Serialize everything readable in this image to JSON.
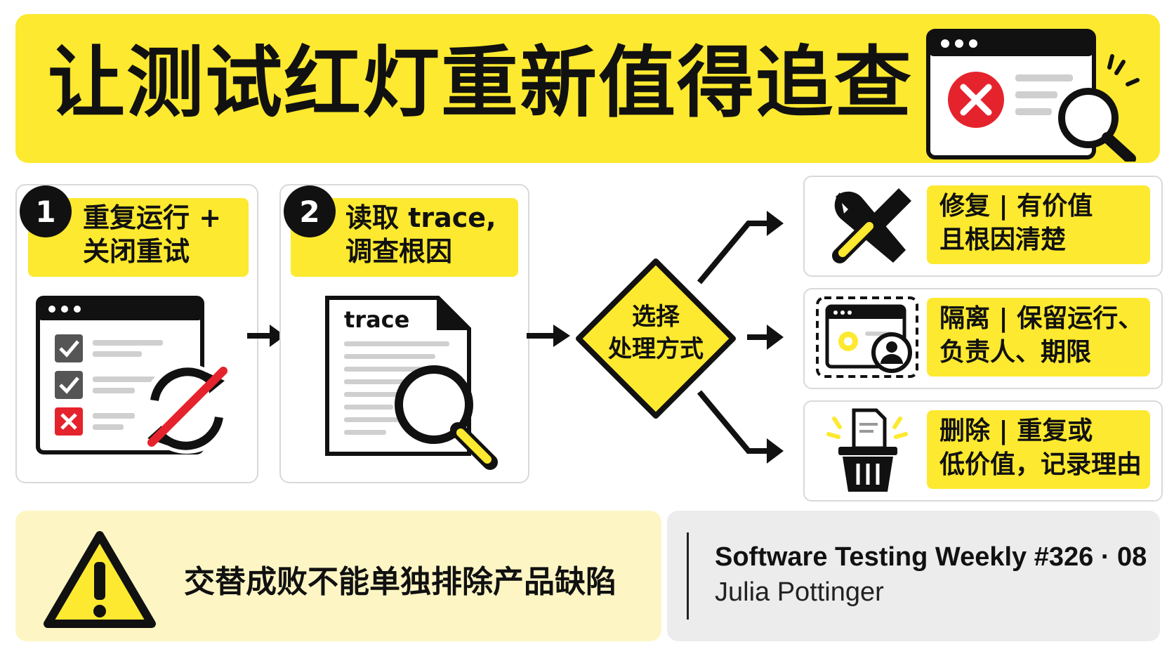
{
  "header": {
    "title": "让测试红灯重新值得追查"
  },
  "steps": [
    {
      "number": "1",
      "lines": [
        "重复运行 +",
        "关闭重试"
      ]
    },
    {
      "number": "2",
      "lines": [
        "读取 trace,",
        "调查根因"
      ]
    }
  ],
  "trace_doc_label": "trace",
  "decision": {
    "lines": [
      "选择",
      "处理方式"
    ]
  },
  "options": [
    {
      "lines": [
        "修复 | 有价值",
        "且根因清楚"
      ],
      "icon": "wrench-screwdriver-icon"
    },
    {
      "lines": [
        "隔离 | 保留运行、",
        "负责人、期限"
      ],
      "icon": "quarantine-window-icon"
    },
    {
      "lines": [
        "删除 | 重复或",
        "低价值，记录理由"
      ],
      "icon": "trash-icon"
    }
  ],
  "footer": {
    "warning": "交替成败不能单独排除产品缺陷",
    "publication": "Software Testing Weekly #326 · 08",
    "author": "Julia Pottinger"
  },
  "colors": {
    "accent_yellow": "#fde92f",
    "warning_bg": "#fdf6c4",
    "byline_bg": "#ececec",
    "error_red": "#e5232d",
    "ink": "#111111"
  }
}
